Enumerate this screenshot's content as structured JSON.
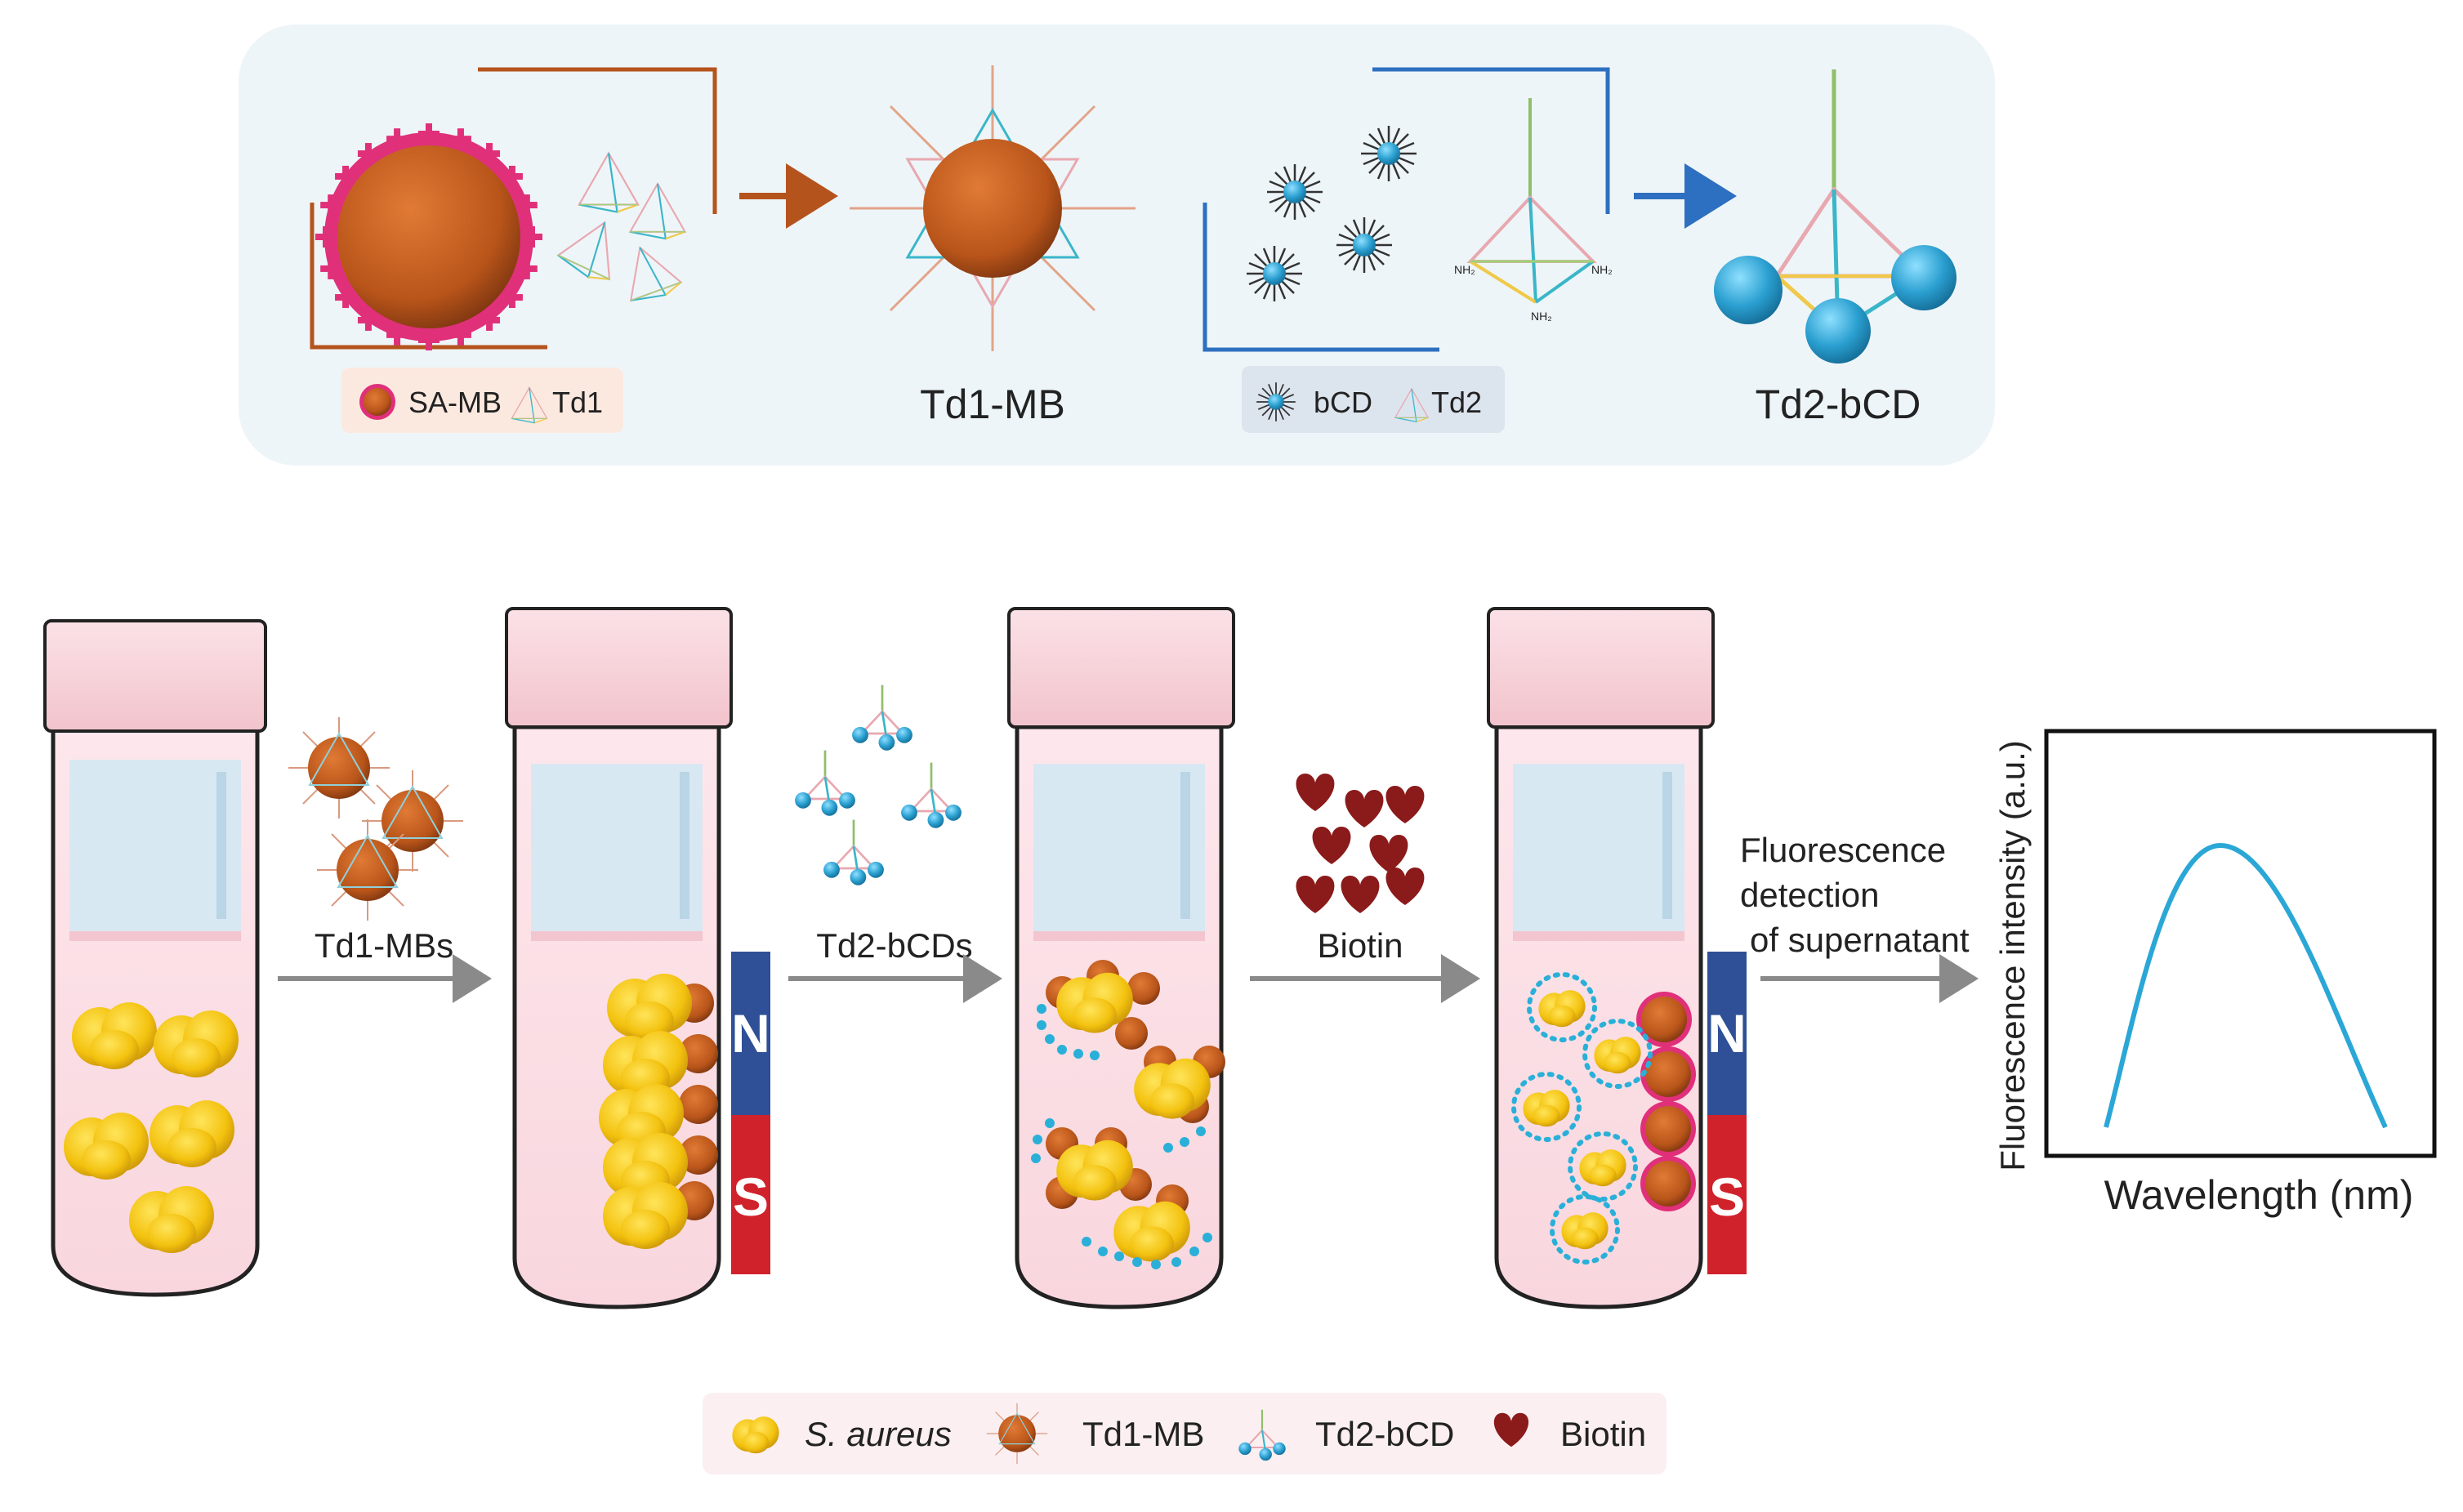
{
  "top_panel": {
    "step1_legend": {
      "sa_mb_label": "SA-MB",
      "td1_label": "Td1"
    },
    "step1_product": "Td1-MB",
    "step2_legend": {
      "bcd_label": "bCD",
      "td2_label": "Td2"
    },
    "step2_product": "Td2-bCD",
    "td2_tiny_labels": [
      "NH₂",
      "NH₂",
      "NH₂"
    ]
  },
  "workflow": {
    "arrow1_label": "Td1-MBs",
    "arrow2_label": "Td2-bCDs",
    "arrow3_label": "Biotin",
    "arrow4_label_lines": [
      "Fluorescence",
      "detection",
      "of supernatant"
    ],
    "magnet_north": "N",
    "magnet_south": "S"
  },
  "plot": {
    "xlabel": "Wavelength (nm)",
    "ylabel": "Fluorescence intensity (a.u.)",
    "curve_color": "#2aa7d6"
  },
  "bottom_legend": {
    "items": [
      {
        "icon": "s-aureus-icon",
        "label": "S. aureus"
      },
      {
        "icon": "td1-mb-icon",
        "label": "Td1-MB"
      },
      {
        "icon": "td2-bcd-icon",
        "label": "Td2-bCD"
      },
      {
        "icon": "biotin-heart-icon",
        "label": "Biotin"
      }
    ]
  },
  "colors": {
    "bead_brown": "#b9551a",
    "streptavidin_pink": "#e0307a",
    "bcd_blue": "#2a9fd0",
    "magnet_blue": "#2f4f96",
    "magnet_red": "#d0222b",
    "cap_pink": "#f6d2d9",
    "biotin_red": "#8b1a1a",
    "arrow_orange": "#b5531d",
    "arrow_blue": "#2d6fc0",
    "arrow_gray": "#8a8a8a"
  }
}
